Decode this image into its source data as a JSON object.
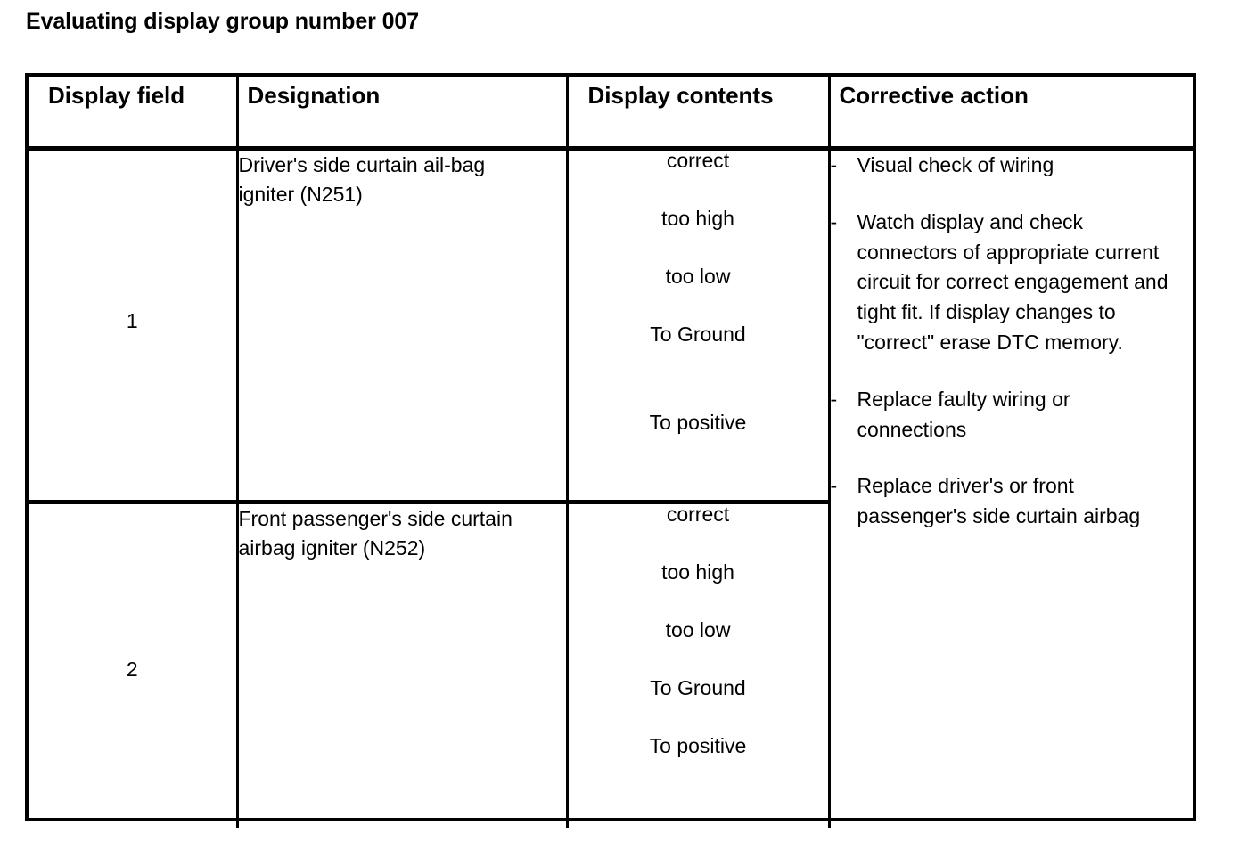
{
  "document": {
    "title": "Evaluating display group number 007"
  },
  "table": {
    "headers": {
      "display_field": "Display field",
      "designation": "Designation",
      "display_contents": "Display contents",
      "corrective_action": "Corrective action"
    },
    "rows": [
      {
        "display_field": "1",
        "designation": "Driver's side curtain ail-bag igniter (N251)",
        "display_contents": [
          "correct",
          "too high",
          "too low",
          "To Ground",
          "To positive"
        ]
      },
      {
        "display_field": "2",
        "designation": "Front passenger's side curtain airbag igniter (N252)",
        "display_contents": [
          "correct",
          "too high",
          "too low",
          "To Ground",
          "To positive"
        ]
      }
    ],
    "corrective_action": {
      "bullet": "-",
      "items": [
        "Visual check of wiring",
        "Watch display and check connectors of appropriate current circuit for correct engagement and tight fit. If display changes to \"correct\" erase DTC memory.",
        "Replace faulty wiring or connections",
        "Replace driver's or front passenger's side curtain airbag"
      ]
    }
  },
  "colors": {
    "text": "#000000",
    "background": "#ffffff",
    "border": "#000000"
  }
}
